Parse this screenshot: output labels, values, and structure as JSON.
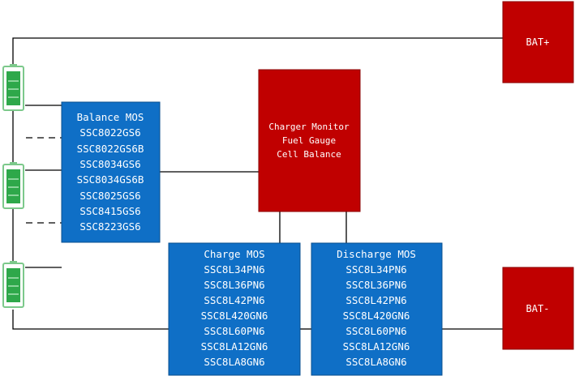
{
  "colors": {
    "blue_block": "#0F6FC6",
    "red_block": "#C00000",
    "wire": "#000000",
    "cell_border": "#7CC98B",
    "cell_fill": "#2EA84A"
  },
  "balance_mos": {
    "title": "Balance MOS",
    "parts": [
      "SSC8022GS6",
      "SSC8022GS6B",
      "SSC8034GS6",
      "SSC8034GS6B",
      "SSC8025GS6",
      "SSC8415GS6",
      "SSC8223GS6"
    ]
  },
  "controller": {
    "lines": [
      "Charger Monitor",
      "Fuel Gauge",
      "Cell Balance"
    ]
  },
  "charge_mos": {
    "title": "Charge MOS",
    "parts": [
      "SSC8L34PN6",
      "SSC8L36PN6",
      "SSC8L42PN6",
      "SSC8L420GN6",
      "SSC8L60PN6",
      "SSC8LA12GN6",
      "SSC8LA8GN6"
    ]
  },
  "discharge_mos": {
    "title": "Discharge MOS",
    "parts": [
      "SSC8L34PN6",
      "SSC8L36PN6",
      "SSC8L42PN6",
      "SSC8L420GN6",
      "SSC8L60PN6",
      "SSC8LA12GN6",
      "SSC8LA8GN6"
    ]
  },
  "terminals": {
    "positive": "BAT+",
    "negative": "BAT-"
  },
  "battery_icon": "battery-cell-icon"
}
